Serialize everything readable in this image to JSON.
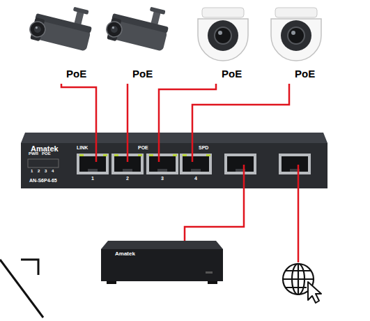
{
  "diagram": {
    "nodes": [
      {
        "text": [
          "PoE"
        ]
      },
      {
        "text": [
          "PoE"
        ]
      },
      {
        "text": [
          "PoE"
        ]
      },
      {
        "text": [
          "PoE"
        ]
      },
      {
        "text": [
          "Amatek",
          "AN-S6P4-65"
        ]
      },
      {
        "text": [
          "Amatek"
        ]
      }
    ],
    "edges": [
      {
        "from": 0,
        "to": 4,
        "arrow": "none"
      },
      {
        "from": 1,
        "to": 4,
        "arrow": "none"
      },
      {
        "from": 2,
        "to": 4,
        "arrow": "none"
      },
      {
        "from": 3,
        "to": 4,
        "arrow": "none"
      },
      {
        "from": 5,
        "to": 4,
        "arrow": "none"
      }
    ],
    "labels": [
      "LINK",
      "POE",
      "SPD",
      "PWR",
      "POE",
      "1",
      "2",
      "3",
      "4",
      "1",
      "2",
      "3",
      "4"
    ]
  }
}
